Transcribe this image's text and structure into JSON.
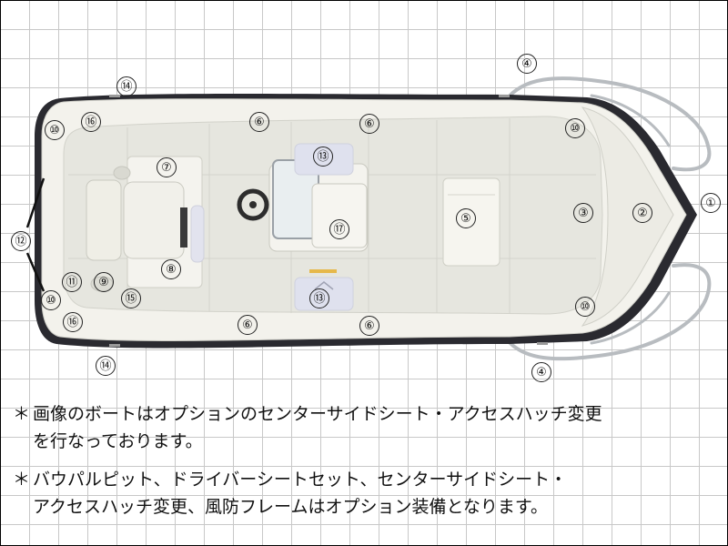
{
  "callouts": [
    {
      "id": "c1a",
      "label": "①"
    },
    {
      "id": "c2a",
      "label": "②"
    },
    {
      "id": "c3a",
      "label": "③"
    },
    {
      "id": "c4a",
      "label": "④"
    },
    {
      "id": "c4b",
      "label": "④"
    },
    {
      "id": "c5a",
      "label": "⑤"
    },
    {
      "id": "c6a",
      "label": "⑥"
    },
    {
      "id": "c6b",
      "label": "⑥"
    },
    {
      "id": "c6c",
      "label": "⑥"
    },
    {
      "id": "c6d",
      "label": "⑥"
    },
    {
      "id": "c7a",
      "label": "⑦"
    },
    {
      "id": "c8a",
      "label": "⑧"
    },
    {
      "id": "c9a",
      "label": "⑨"
    },
    {
      "id": "c10a",
      "label": "⑩"
    },
    {
      "id": "c10b",
      "label": "⑩"
    },
    {
      "id": "c10c",
      "label": "⑩"
    },
    {
      "id": "c10d",
      "label": "⑩"
    },
    {
      "id": "c11a",
      "label": "⑪"
    },
    {
      "id": "c12a",
      "label": "⑫"
    },
    {
      "id": "c13a",
      "label": "⑬"
    },
    {
      "id": "c13b",
      "label": "⑬"
    },
    {
      "id": "c14a",
      "label": "⑭"
    },
    {
      "id": "c14b",
      "label": "⑭"
    },
    {
      "id": "c15a",
      "label": "⑮"
    },
    {
      "id": "c16a",
      "label": "⑯"
    },
    {
      "id": "c16b",
      "label": "⑯"
    },
    {
      "id": "c17a",
      "label": "⑰"
    }
  ],
  "notes": {
    "note1": {
      "mark": "＊",
      "line1": "画像のボートはオプションのセンターサイドシート・アクセスハッチ変更",
      "line2": "を行なっております。"
    },
    "note2": {
      "mark": "＊",
      "line1": "バウパルピット、ドライバーシートセット、センターサイドシート・",
      "line2": "アクセスハッチ変更、風防フレームはオプション装備となります。"
    }
  },
  "colors": {
    "hull_fill": "#f3f2ec",
    "deck_fill": "#e6e6df",
    "gunwale_dark": "#2a2a30",
    "rail": "#b8bcc0"
  }
}
